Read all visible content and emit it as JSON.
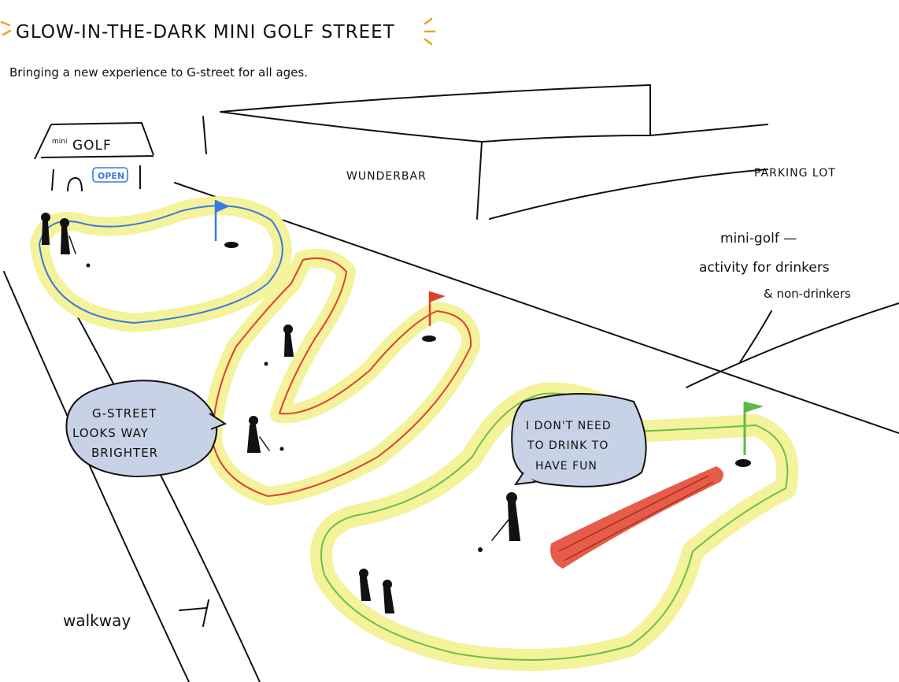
{
  "title": "GLOW-IN-THE-DARK MINI GOLF STREET",
  "subtitle": "Bringing a new experience to G-street for all ages.",
  "shop": {
    "sign_small": "mini",
    "sign_large": "GOLF",
    "open_badge": "OPEN"
  },
  "labels": {
    "building": "WUNDERBAR",
    "parking": "PARKING LOT",
    "walkway": "walkway"
  },
  "note": {
    "line1": "mini-golf —",
    "line2": "activity for drinkers",
    "line3": "& non-drinkers"
  },
  "bubble_left": {
    "line1": "G-STREET",
    "line2": "LOOKS WAY",
    "line3": "BRIGHTER"
  },
  "bubble_right": {
    "line1": "I DON'T NEED",
    "line2": "TO DRINK TO",
    "line3": "HAVE FUN"
  },
  "colors": {
    "glow": "#f4f29a",
    "course_blue": "#3b78e0",
    "course_red": "#e0402a",
    "course_green": "#6cbf4a",
    "flag_green": "#5fb84a",
    "bubble_fill": "#c7d2e6",
    "accent_orange": "#f0a020",
    "badge_blue": "#3b78e0"
  }
}
